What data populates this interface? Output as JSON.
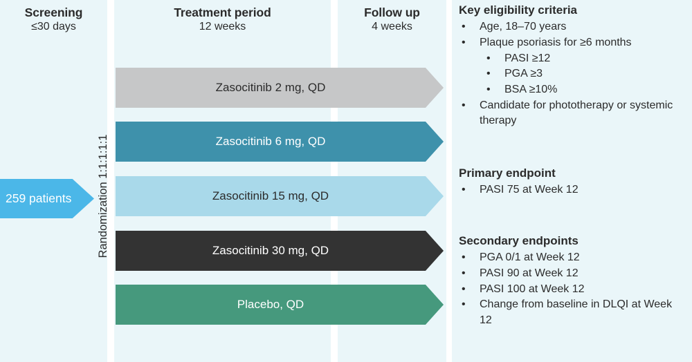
{
  "columns": [
    {
      "id": "screening",
      "title": "Screening",
      "subtitle": "≤30 days"
    },
    {
      "id": "treatment",
      "title": "Treatment period",
      "subtitle": "12 weeks"
    },
    {
      "id": "followup",
      "title": "Follow up",
      "subtitle": "4 weeks"
    }
  ],
  "entry": {
    "label": "259 patients",
    "count": 259,
    "color": "#4bb7e8"
  },
  "randomization": {
    "label": "Randomization 1:1:1:1:1",
    "ratio": "1:1:1:1:1"
  },
  "arms": [
    {
      "label": "Zasocitinib 2 mg, QD",
      "drug": "Zasocitinib",
      "dose": "2 mg",
      "frequency": "QD",
      "color": "#c6c7c8",
      "text_color": "#2b2b2b"
    },
    {
      "label": "Zasocitinib 6 mg, QD",
      "drug": "Zasocitinib",
      "dose": "6 mg",
      "frequency": "QD",
      "color": "#3e91ab",
      "text_color": "#ffffff"
    },
    {
      "label": "Zasocitinib 15 mg, QD",
      "drug": "Zasocitinib",
      "dose": "15 mg",
      "frequency": "QD",
      "color": "#a9d9ea",
      "text_color": "#2b2b2b"
    },
    {
      "label": "Zasocitinib 30 mg, QD",
      "drug": "Zasocitinib",
      "dose": "30 mg",
      "frequency": "QD",
      "color": "#333333",
      "text_color": "#ffffff"
    },
    {
      "label": "Placebo, QD",
      "drug": "Placebo",
      "dose": "",
      "frequency": "QD",
      "color": "#46997d",
      "text_color": "#ffffff"
    }
  ],
  "info": {
    "eligibility": {
      "heading": "Key eligibility criteria",
      "items": [
        {
          "text": "Age, 18–70 years",
          "sub": []
        },
        {
          "text": "Plaque psoriasis for ≥6 months",
          "sub": [
            "PASI ≥12",
            "PGA ≥3",
            "BSA ≥10%"
          ]
        },
        {
          "text": "Candidate for phototherapy or systemic therapy",
          "sub": []
        }
      ]
    },
    "primary": {
      "heading": "Primary endpoint",
      "items": [
        {
          "text": "PASI 75 at Week 12",
          "sub": []
        }
      ]
    },
    "secondary": {
      "heading": "Secondary endpoints",
      "items": [
        {
          "text": "PGA 0/1 at Week 12",
          "sub": []
        },
        {
          "text": "PASI 90 at Week 12",
          "sub": []
        },
        {
          "text": "PASI 100 at Week 12",
          "sub": []
        },
        {
          "text": "Change from baseline in DLQI at Week 12",
          "sub": []
        }
      ]
    }
  },
  "bullet_glyph": "•",
  "theme": {
    "panel_background": "#eaf6f9",
    "page_background": "#ffffff",
    "text_color": "#2b2b2b"
  }
}
